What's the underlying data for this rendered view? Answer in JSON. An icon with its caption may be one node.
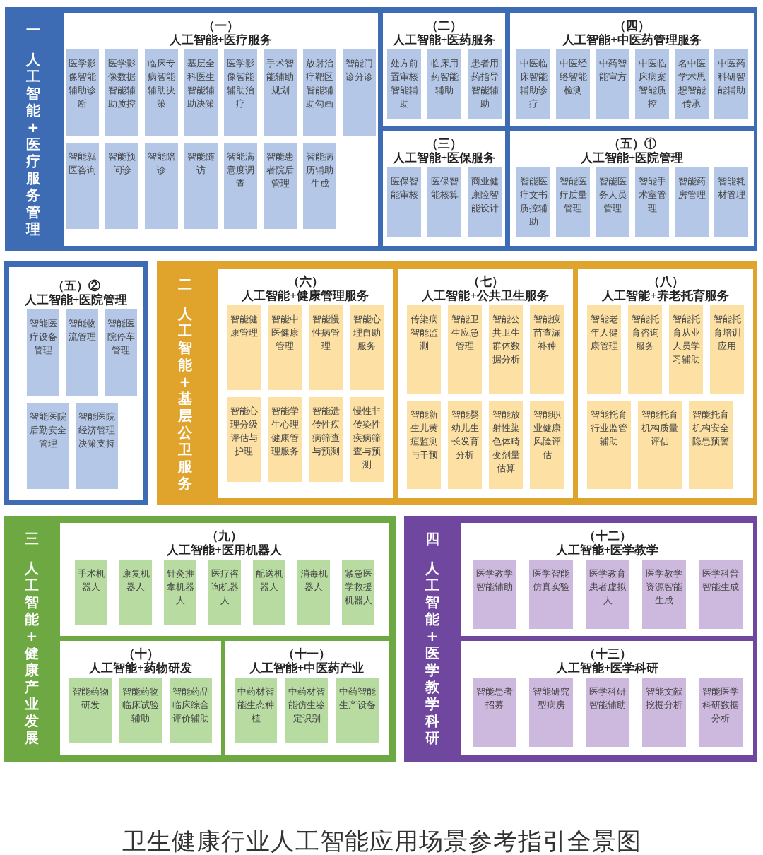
{
  "diagram": {
    "caption": "卫生健康行业人工智能应用场景参考指引全景图",
    "nodes": [
      {
        "text": [
          "一",
          "人工智能+医疗服务管理"
        ]
      },
      {
        "text": [
          "（一）",
          "人工智能+医疗服务"
        ],
        "in": 0
      },
      {
        "text": [
          "医学影像智能辅助诊断"
        ],
        "in": 1
      },
      {
        "text": [
          "医学影像数据智能辅助质控"
        ],
        "in": 1
      },
      {
        "text": [
          "临床专病智能辅助决策"
        ],
        "in": 1
      },
      {
        "text": [
          "基层全科医生智能辅助决策"
        ],
        "in": 1
      },
      {
        "text": [
          "医学影像智能辅助治疗"
        ],
        "in": 1
      },
      {
        "text": [
          "手术智能辅助规划"
        ],
        "in": 1
      },
      {
        "text": [
          "放射治疗靶区智能辅助勾画"
        ],
        "in": 1
      },
      {
        "text": [
          "智能门诊分诊"
        ],
        "in": 1
      },
      {
        "text": [
          "智能就医咨询"
        ],
        "in": 1
      },
      {
        "text": [
          "智能预问诊"
        ],
        "in": 1
      },
      {
        "text": [
          "智能陪诊"
        ],
        "in": 1
      },
      {
        "text": [
          "智能随访"
        ],
        "in": 1
      },
      {
        "text": [
          "智能满意度调查"
        ],
        "in": 1
      },
      {
        "text": [
          "智能患者院后管理"
        ],
        "in": 1
      },
      {
        "text": [
          "智能病历辅助生成"
        ],
        "in": 1
      },
      {
        "text": [
          "（二）",
          "人工智能+医药服务"
        ],
        "in": 0
      },
      {
        "text": [
          "处方前置审核智能辅助"
        ],
        "in": 17
      },
      {
        "text": [
          "临床用药智能辅助"
        ],
        "in": 17
      },
      {
        "text": [
          "患者用药指导智能辅助"
        ],
        "in": 17
      },
      {
        "text": [
          "（三）",
          "人工智能+医保服务"
        ],
        "in": 0
      },
      {
        "text": [
          "医保智能审核"
        ],
        "in": 21
      },
      {
        "text": [
          "医保智能核算"
        ],
        "in": 21
      },
      {
        "text": [
          "商业健康险智能设计"
        ],
        "in": 21
      },
      {
        "text": [
          "（四）",
          "人工智能+中医药管理服务"
        ],
        "in": 0
      },
      {
        "text": [
          "中医临床智能辅助诊疗"
        ],
        "in": 25
      },
      {
        "text": [
          "中医经络智能检测"
        ],
        "in": 25
      },
      {
        "text": [
          "中药智能审方"
        ],
        "in": 25
      },
      {
        "text": [
          "中医临床病案智能质控"
        ],
        "in": 25
      },
      {
        "text": [
          "名中医学术思想智能传承"
        ],
        "in": 25
      },
      {
        "text": [
          "中医药科研智能辅助"
        ],
        "in": 25
      },
      {
        "text": [
          "（五）①",
          "人工智能+医院管理"
        ],
        "in": 0
      },
      {
        "text": [
          "智能医疗文书质控辅助"
        ],
        "in": 32
      },
      {
        "text": [
          "智能医疗质量管理"
        ],
        "in": 32
      },
      {
        "text": [
          "智能医务人员管理"
        ],
        "in": 32
      },
      {
        "text": [
          "智能手术室管理"
        ],
        "in": 32
      },
      {
        "text": [
          "智能药房管理"
        ],
        "in": 32
      },
      {
        "text": [
          "智能耗材管理"
        ],
        "in": 32
      },
      {
        "text": [
          "（五）②",
          "人工智能+医院管理"
        ]
      },
      {
        "text": [
          "智能医疗设备管理"
        ],
        "in": 39
      },
      {
        "text": [
          "智能物流管理"
        ],
        "in": 39
      },
      {
        "text": [
          "智能医院停车管理"
        ],
        "in": 39
      },
      {
        "text": [
          "智能医院后勤安全管理"
        ],
        "in": 39
      },
      {
        "text": [
          "智能医院经济管理决策支持"
        ],
        "in": 39
      },
      {
        "text": [
          "二",
          "人工智能+基层公卫服务"
        ]
      },
      {
        "text": [
          "（六）",
          "人工智能+健康管理服务"
        ],
        "in": 45
      },
      {
        "text": [
          "智能健康管理"
        ],
        "in": 46
      },
      {
        "text": [
          "智能中医健康管理"
        ],
        "in": 46
      },
      {
        "text": [
          "智能慢性病管理"
        ],
        "in": 46
      },
      {
        "text": [
          "智能心理自助服务"
        ],
        "in": 46
      },
      {
        "text": [
          "智能心理分级评估与护理"
        ],
        "in": 46
      },
      {
        "text": [
          "智能学生心理健康管理服务"
        ],
        "in": 46
      },
      {
        "text": [
          "智能遗传性疾病筛查与预测"
        ],
        "in": 46
      },
      {
        "text": [
          "慢性非传染性疾病筛查与预测"
        ],
        "in": 46
      },
      {
        "text": [
          "（七）",
          "人工智能+公共卫生服务"
        ],
        "in": 45
      },
      {
        "text": [
          "传染病智能监测"
        ],
        "in": 55
      },
      {
        "text": [
          "智能卫生应急管理"
        ],
        "in": 55
      },
      {
        "text": [
          "智能公共卫生群体数据分析"
        ],
        "in": 55
      },
      {
        "text": [
          "智能疫苗查漏补种"
        ],
        "in": 55
      },
      {
        "text": [
          "智能新生儿黄疸监测与干预"
        ],
        "in": 55
      },
      {
        "text": [
          "智能婴幼儿生长发育分析"
        ],
        "in": 55
      },
      {
        "text": [
          "智能放射性染色体畸变剂量估算"
        ],
        "in": 55
      },
      {
        "text": [
          "智能职业健康风险评估"
        ],
        "in": 55
      },
      {
        "text": [
          "（八）",
          "人工智能+养老托育服务"
        ],
        "in": 45
      },
      {
        "text": [
          "智能老年人健康管理"
        ],
        "in": 64
      },
      {
        "text": [
          "智能托育咨询服务"
        ],
        "in": 64
      },
      {
        "text": [
          "智能托育从业人员学习辅助"
        ],
        "in": 64
      },
      {
        "text": [
          "智能托育培训应用"
        ],
        "in": 64
      },
      {
        "text": [
          "智能托育行业监管辅助"
        ],
        "in": 64
      },
      {
        "text": [
          "智能托育机构质量评估"
        ],
        "in": 64
      },
      {
        "text": [
          "智能托育机构安全隐患预警"
        ],
        "in": 64
      },
      {
        "text": [
          "三",
          "人工智能+健康产业发展"
        ]
      },
      {
        "text": [
          "（九）",
          "人工智能+医用机器人"
        ],
        "in": 72
      },
      {
        "text": [
          "手术机器人"
        ],
        "in": 73
      },
      {
        "text": [
          "康复机器人"
        ],
        "in": 73
      },
      {
        "text": [
          "针灸推拿机器人"
        ],
        "in": 73
      },
      {
        "text": [
          "医疗咨询机器人"
        ],
        "in": 73
      },
      {
        "text": [
          "配送机器人"
        ],
        "in": 73
      },
      {
        "text": [
          "消毒机器人"
        ],
        "in": 73
      },
      {
        "text": [
          "紧急医学救援机器人"
        ],
        "in": 73
      },
      {
        "text": [
          "（十）",
          "人工智能+药物研发"
        ],
        "in": 72
      },
      {
        "text": [
          "智能药物研发"
        ],
        "in": 81
      },
      {
        "text": [
          "智能药物临床试验辅助"
        ],
        "in": 81
      },
      {
        "text": [
          "智能药品临床综合评价辅助"
        ],
        "in": 81
      },
      {
        "text": [
          "（十一）",
          "人工智能+中医药产业"
        ],
        "in": 72
      },
      {
        "text": [
          "中药材智能生态种植"
        ],
        "in": 85
      },
      {
        "text": [
          "中药材智能仿生鉴定识别"
        ],
        "in": 85
      },
      {
        "text": [
          "中药智能生产设备"
        ],
        "in": 85
      },
      {
        "text": [
          "四",
          "人工智能+医学教学科研"
        ]
      },
      {
        "text": [
          "（十二）",
          "人工智能+医学教学"
        ],
        "in": 89
      },
      {
        "text": [
          "医学教学智能辅助"
        ],
        "in": 90
      },
      {
        "text": [
          "医学智能仿真实验"
        ],
        "in": 90
      },
      {
        "text": [
          "医学教育患者虚拟人"
        ],
        "in": 90
      },
      {
        "text": [
          "医学教学资源智能生成"
        ],
        "in": 90
      },
      {
        "text": [
          "医学科普智能生成"
        ],
        "in": 90
      },
      {
        "text": [
          "（十三）",
          "人工智能+医学科研"
        ],
        "in": 89
      },
      {
        "text": [
          "智能患者招募"
        ],
        "in": 96
      },
      {
        "text": [
          "智能研究型病房"
        ],
        "in": 96
      },
      {
        "text": [
          "医学科研智能辅助"
        ],
        "in": 96
      },
      {
        "text": [
          "智能文献挖掘分析"
        ],
        "in": 96
      },
      {
        "text": [
          "智能医学科研数据分析"
        ],
        "in": 96
      }
    ]
  }
}
